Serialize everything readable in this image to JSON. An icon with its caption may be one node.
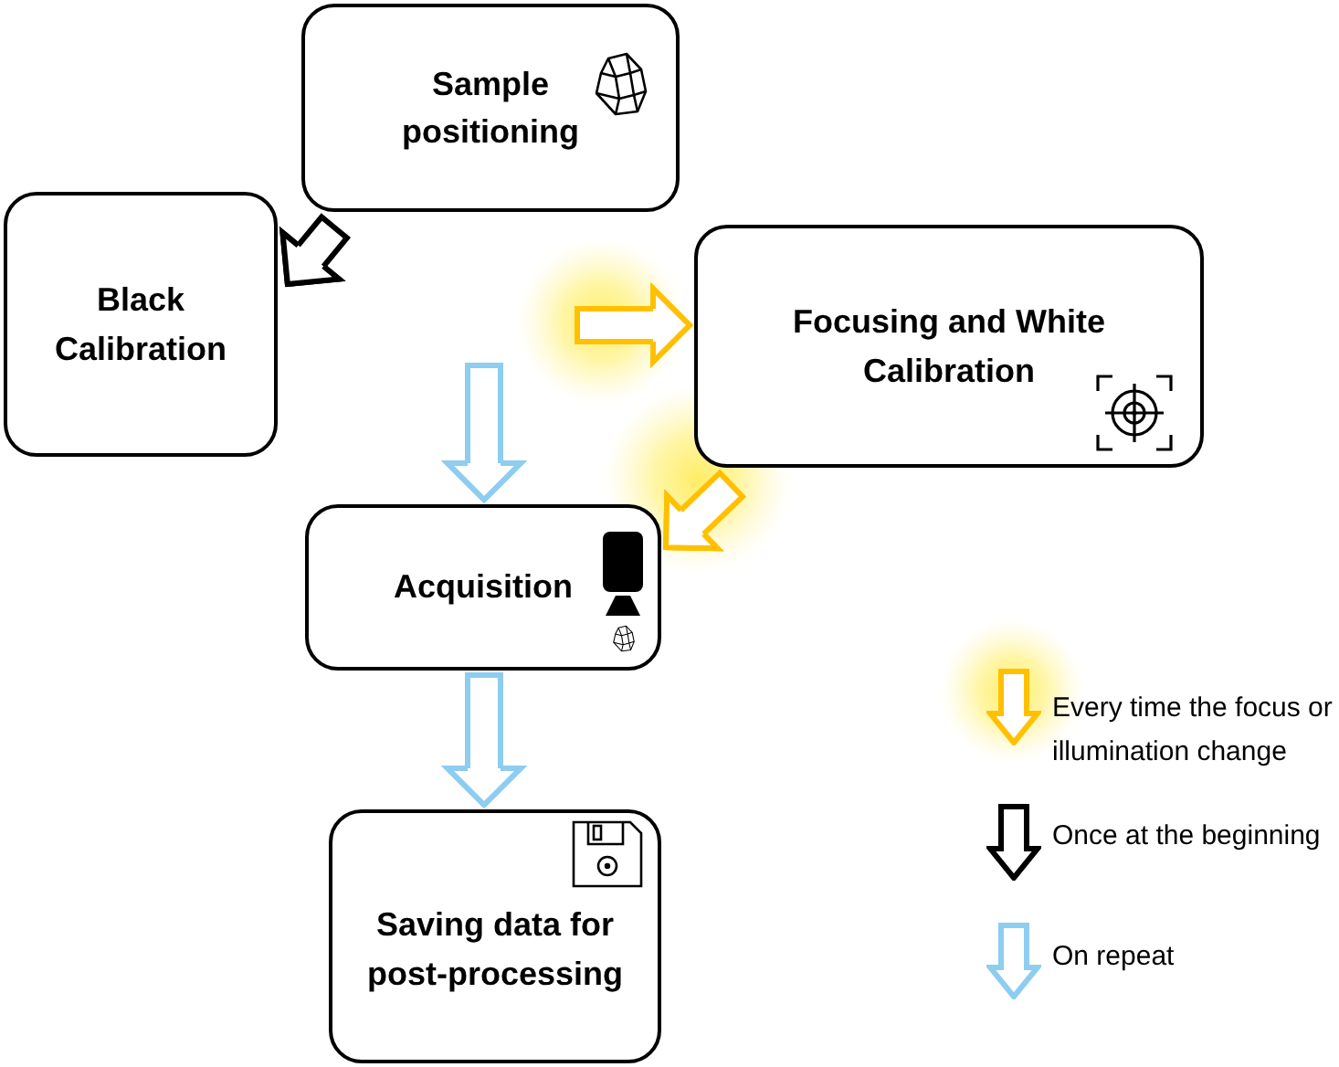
{
  "diagram": {
    "nodes": [
      {
        "text": [
          "Sample positioning"
        ]
      },
      {
        "text": [
          "Black Calibration"
        ]
      },
      {
        "text": [
          "Focusing and White Calibration"
        ]
      },
      {
        "text": [
          "Acquisition"
        ]
      },
      {
        "text": [
          "Saving data for post-processing"
        ]
      }
    ],
    "edges": [
      {
        "from": 0,
        "to": 1,
        "arrow": "to",
        "color": "#000000"
      },
      {
        "from": null,
        "to": 2,
        "arrow": "to",
        "color": "#ffc000"
      },
      {
        "from": null,
        "to": 3,
        "arrow": "to",
        "color": "#8dcdf0"
      },
      {
        "from": 2,
        "to": 3,
        "arrow": "to",
        "color": "#ffc000"
      },
      {
        "from": 3,
        "to": 4,
        "arrow": "to",
        "color": "#8dcdf0"
      }
    ],
    "legend": [
      {
        "text": "Every time the focus or illumination change"
      },
      {
        "text": "Once at the beginning"
      },
      {
        "text": "On repeat"
      }
    ]
  }
}
